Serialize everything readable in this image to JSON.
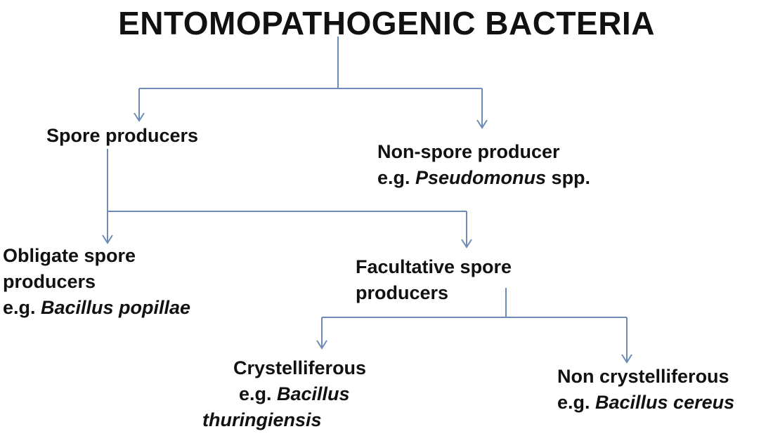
{
  "title": "ENTOMOPATHOGENIC BACTERIA",
  "colors": {
    "connector": "#6e8bb8",
    "text": "#111111"
  },
  "nodes": {
    "spore": {
      "line1": "Spore producers"
    },
    "nonspore": {
      "line1": "Non-spore producer",
      "eg_prefix": "e.g. ",
      "eg_italic": "Pseudomonus",
      "eg_suffix": " spp."
    },
    "obligate": {
      "line1": "Obligate spore",
      "line2": "producers",
      "eg_prefix": "e.g. ",
      "eg_italic": "Bacillus popillae"
    },
    "facultative": {
      "line1": "Facultative spore",
      "line2": "producers"
    },
    "crystal": {
      "line1": "Crystelliferous",
      "eg_prefix": "e.g. ",
      "eg_italic": "Bacillus",
      "line3_italic": "thuringiensis"
    },
    "noncrystal": {
      "line1": "Non crystelliferous",
      "eg_prefix": "e.g. ",
      "eg_italic": "Bacillus cereus"
    }
  }
}
